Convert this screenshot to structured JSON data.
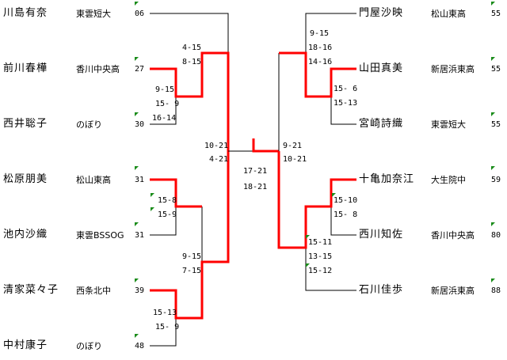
{
  "left": [
    {
      "name": "川島有奈",
      "team": "東雲短大",
      "seed": "06"
    },
    {
      "name": "前川春樺",
      "team": "香川中央高",
      "seed": "27"
    },
    {
      "name": "西井聡子",
      "team": "のぼり",
      "seed": "30"
    },
    {
      "name": "松原朋美",
      "team": "松山東高",
      "seed": "31"
    },
    {
      "name": "池内沙織",
      "team": "東雲BSSOG",
      "seed": "31"
    },
    {
      "name": "清家菜々子",
      "team": "西条北中",
      "seed": "39"
    },
    {
      "name": "中村康子",
      "team": "のぼり",
      "seed": "48"
    }
  ],
  "right": [
    {
      "name": "門屋沙映",
      "team": "松山東高",
      "seed": "55"
    },
    {
      "name": "山田真美",
      "team": "新居浜東高",
      "seed": "55"
    },
    {
      "name": "宮崎詩織",
      "team": "東雲短大",
      "seed": "55"
    },
    {
      "name": "十亀加奈江",
      "team": "大生院中",
      "seed": "59"
    },
    {
      "name": "西川知佐",
      "team": "香川中央高",
      "seed": "80"
    },
    {
      "name": "石川佳歩",
      "team": "新居浜東高",
      "seed": "88"
    }
  ],
  "scores": {
    "l_r1_a": [
      "9-15",
      "15- 9",
      "16-14"
    ],
    "l_r2_a": [
      "4-15",
      "8-15"
    ],
    "l_r1_b": [
      "15-8",
      "15-9"
    ],
    "l_r1_c": [
      "15-13",
      "15- 9"
    ],
    "l_r2_b": [
      "9-15",
      "7-15"
    ],
    "l_sf": [
      "10-21",
      "4-21"
    ],
    "final": [
      "17-21",
      "18-21"
    ],
    "r_sf": [
      "9-21",
      "10-21"
    ],
    "r_r1_a": [
      "15- 6",
      "15-13"
    ],
    "r_r2_a": [
      "9-15",
      "18-16",
      "14-16"
    ],
    "r_r1_b": [
      "15-10",
      "15- 8"
    ],
    "r_r2_b": [
      "15-11",
      "13-15",
      "15-12"
    ]
  },
  "colors": {
    "winner_line": "#ff0000",
    "loser_line": "#000000",
    "flag": "#1a8c1a"
  }
}
